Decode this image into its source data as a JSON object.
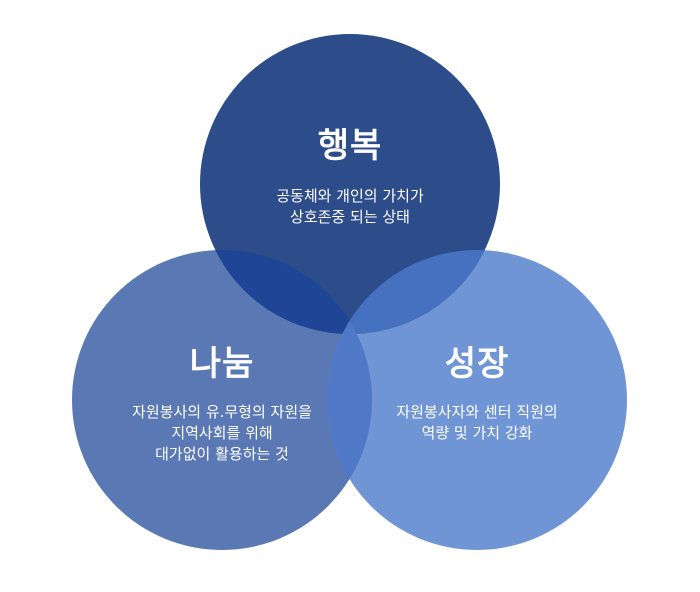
{
  "circles": {
    "top": {
      "title": "행복",
      "lines": [
        "공동체와 개인의 가치가",
        "상호존중 되는 상태"
      ],
      "color": "#2c4c8a"
    },
    "left": {
      "title": "나눔",
      "lines": [
        "자원봉사의 유.무형의 자원을",
        "지역사회를 위해",
        "대가없이 활용하는 것"
      ],
      "color": "#5a78b4"
    },
    "right": {
      "title": "성장",
      "lines": [
        "자원봉사자와 센터 직원의",
        "역량 및 가치 강화"
      ],
      "color": "#6f95d4"
    }
  },
  "overlap_colors": {
    "top_left": "#1f4596",
    "top_right": "#4670c0",
    "left_right": "#4f78c6",
    "center": "#2a55a8"
  }
}
